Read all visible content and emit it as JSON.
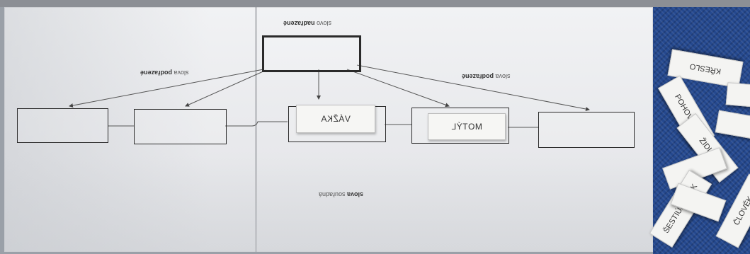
{
  "worksheet": {
    "top_label": {
      "prefix": "slovo ",
      "bold": "nadřazené"
    },
    "left_label": {
      "prefix": "slova ",
      "bold": "podřazené"
    },
    "right_label": {
      "prefix": "slova ",
      "bold": "podřazené"
    },
    "bottom_label": {
      "bold": "slova ",
      "suffix": "souřadná"
    }
  },
  "placed_cards": [
    "VÁŽKA",
    "MOTÝL"
  ],
  "loose_cards": [
    "KŘESLO",
    "POHOVKA",
    "ŽIDLE",
    "ŠESTIÚHELNÍK",
    "ČLOVĚK"
  ]
}
